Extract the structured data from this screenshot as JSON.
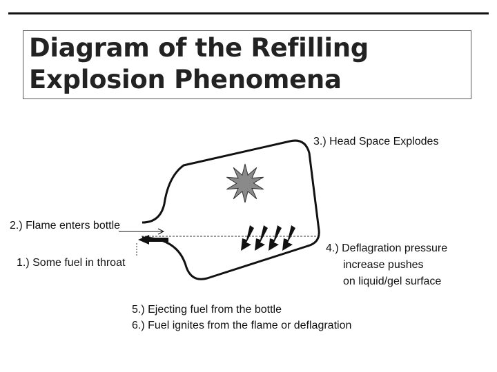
{
  "slide": {
    "title": "Diagram of the Refilling Explosion Phenomena"
  },
  "labels": {
    "step1": "1.) Some fuel in throat",
    "step2": "2.) Flame enters bottle",
    "step3": "3.) Head Space Explodes",
    "step4_line1": "4.) Deflagration pressure",
    "step4_line2": "increase pushes",
    "step4_line3": "on liquid/gel surface",
    "step5": "5.) Ejecting fuel from the bottle",
    "step6": "6.) Fuel ignites from the flame or deflagration"
  }
}
